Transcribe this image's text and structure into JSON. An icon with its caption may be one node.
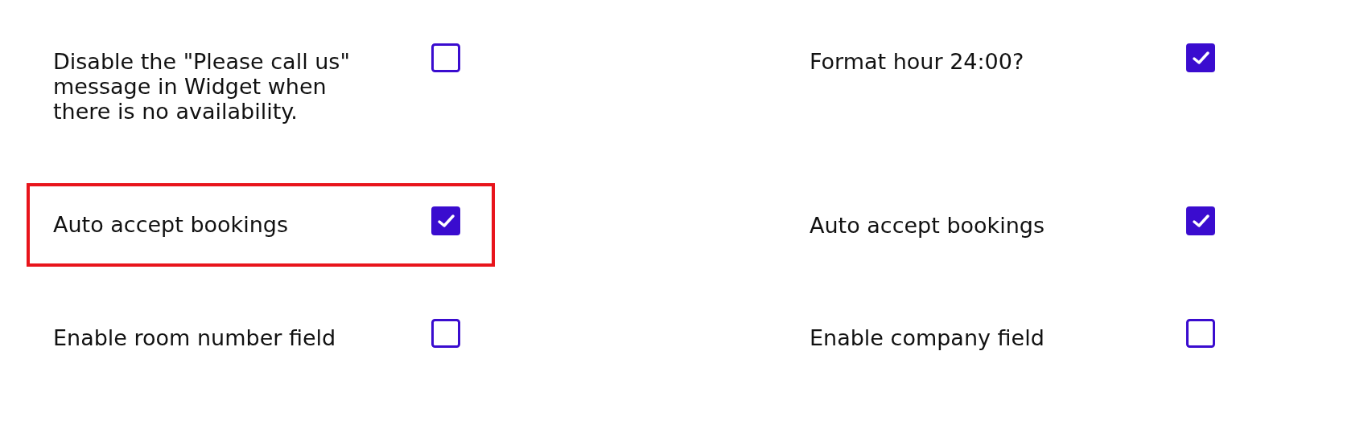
{
  "diagram": {
    "nodes": [
      {
        "text": [
          "Auto accept bookings"
        ]
      }
    ],
    "labels": [
      "Disable the \"Please call us\" message in Widget when there is no availability.",
      "Format hour 24:00?",
      "Auto accept bookings",
      "Enable room number field",
      "Enable company field"
    ]
  }
}
